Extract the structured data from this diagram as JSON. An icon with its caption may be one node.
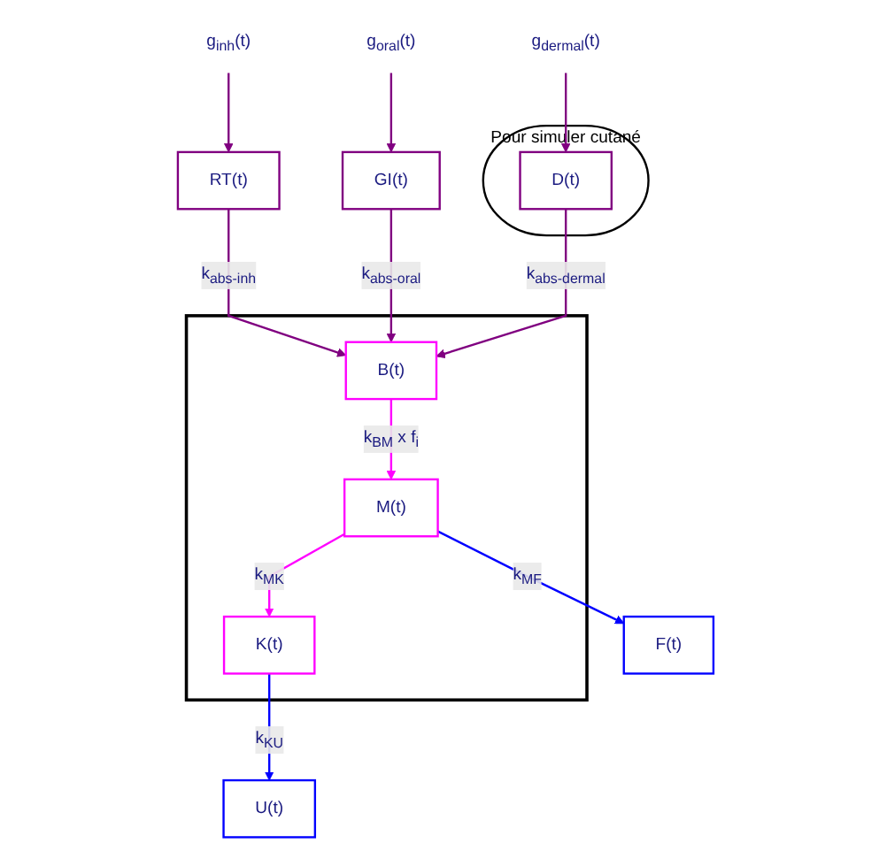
{
  "diagram": {
    "nodes": [
      {
        "text": [
          "g$_{inh}$(t)"
        ]
      },
      {
        "text": [
          "g$_{oral}$(t)"
        ]
      },
      {
        "text": [
          "g$_{dermal}$(t)"
        ]
      },
      {
        "text": [
          "RT(t)"
        ]
      },
      {
        "text": [
          "GI(t)"
        ]
      },
      {
        "text": [
          "Pour simuler cutané"
        ]
      },
      {
        "text": [
          "D(t)"
        ],
        "in": 5
      },
      {
        "text": [],
        "shape": "box"
      },
      {
        "text": [
          "B(t)"
        ],
        "in": 7
      },
      {
        "text": [
          "M(t)"
        ],
        "in": 7
      },
      {
        "text": [
          "K(t)"
        ],
        "in": 7
      },
      {
        "text": [
          "F(t)"
        ]
      },
      {
        "text": [
          "U(t)"
        ]
      }
    ],
    "edges": [
      {
        "from": 0,
        "to": 3,
        "arrow": "to"
      },
      {
        "from": 1,
        "to": 4,
        "arrow": "to"
      },
      {
        "from": 2,
        "to": 6,
        "arrow": "to"
      },
      {
        "from": 3,
        "to": 8,
        "arrow": "to",
        "label": "k$_{abs-inh}$"
      },
      {
        "from": 4,
        "to": 8,
        "arrow": "to",
        "label": "k$_{abs-oral}$"
      },
      {
        "from": 6,
        "to": 8,
        "arrow": "to",
        "label": "k$_{abs-dermal}$"
      },
      {
        "from": 8,
        "to": 9,
        "arrow": "to",
        "label": "k$_{BM}$ x f$_{i}$",
        "color": "#ff00ff"
      },
      {
        "from": 9,
        "to": 11,
        "arrow": "to",
        "label": "k$_{MF}$",
        "color": "#0000ff"
      },
      {
        "from": 9,
        "to": 10,
        "arrow": "to",
        "label": "k$_{MK}$",
        "color": "#ff00ff"
      },
      {
        "from": 10,
        "to": 12,
        "arrow": "to",
        "label": "k$_{KU}$",
        "color": "#0000ff"
      }
    ]
  }
}
